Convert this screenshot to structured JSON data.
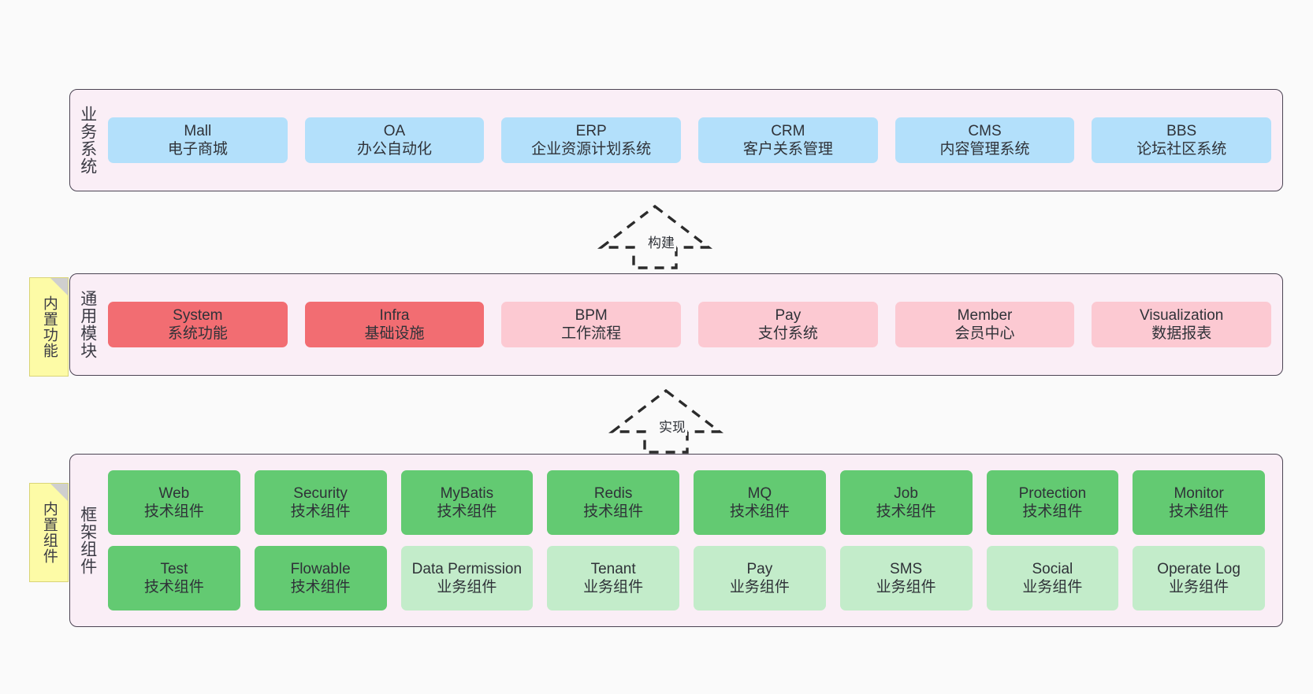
{
  "diagram": {
    "background": "#fafafa",
    "layers": [
      {
        "id": "business",
        "label": "业务系统",
        "fill": "#faeef6",
        "border": "#4b4453",
        "rows": [
          {
            "cells": [
              {
                "title": "Mall",
                "subtitle": "电子商城",
                "color": "#b3e0fb"
              },
              {
                "title": "OA",
                "subtitle": "办公自动化",
                "color": "#b3e0fb"
              },
              {
                "title": "ERP",
                "subtitle": "企业资源计划系统",
                "color": "#b3e0fb"
              },
              {
                "title": "CRM",
                "subtitle": "客户关系管理",
                "color": "#b3e0fb"
              },
              {
                "title": "CMS",
                "subtitle": "内容管理系统",
                "color": "#b3e0fb"
              },
              {
                "title": "BBS",
                "subtitle": "论坛社区系统",
                "color": "#b3e0fb"
              }
            ]
          }
        ]
      },
      {
        "id": "common",
        "label": "通用模块",
        "note": "内置功能",
        "fill": "#faeef6",
        "border": "#4b4453",
        "rows": [
          {
            "cells": [
              {
                "title": "System",
                "subtitle": "系统功能",
                "color": "#f26d72"
              },
              {
                "title": "Infra",
                "subtitle": "基础设施",
                "color": "#f26d72"
              },
              {
                "title": "BPM",
                "subtitle": "工作流程",
                "color": "#fcc9d2"
              },
              {
                "title": "Pay",
                "subtitle": "支付系统",
                "color": "#fcc9d2"
              },
              {
                "title": "Member",
                "subtitle": "会员中心",
                "color": "#fcc9d2"
              },
              {
                "title": "Visualization",
                "subtitle": "数据报表",
                "color": "#fcc9d2"
              }
            ]
          }
        ]
      },
      {
        "id": "framework",
        "label": "框架组件",
        "note": "内置组件",
        "fill": "#faeef6",
        "border": "#4b4453",
        "rows": [
          {
            "cells": [
              {
                "title": "Web",
                "subtitle": "技术组件",
                "color": "#63ca72"
              },
              {
                "title": "Security",
                "subtitle": "技术组件",
                "color": "#63ca72"
              },
              {
                "title": "MyBatis",
                "subtitle": "技术组件",
                "color": "#63ca72"
              },
              {
                "title": "Redis",
                "subtitle": "技术组件",
                "color": "#63ca72"
              },
              {
                "title": "MQ",
                "subtitle": "技术组件",
                "color": "#63ca72"
              },
              {
                "title": "Job",
                "subtitle": "技术组件",
                "color": "#63ca72"
              },
              {
                "title": "Protection",
                "subtitle": "技术组件",
                "color": "#63ca72"
              },
              {
                "title": "Monitor",
                "subtitle": "技术组件",
                "color": "#63ca72"
              }
            ]
          },
          {
            "cells": [
              {
                "title": "Test",
                "subtitle": "技术组件",
                "color": "#63ca72"
              },
              {
                "title": "Flowable",
                "subtitle": "技术组件",
                "color": "#63ca72"
              },
              {
                "title": "Data Permission",
                "subtitle": "业务组件",
                "color": "#c3ecca"
              },
              {
                "title": "Tenant",
                "subtitle": "业务组件",
                "color": "#c3ecca"
              },
              {
                "title": "Pay",
                "subtitle": "业务组件",
                "color": "#c3ecca"
              },
              {
                "title": "SMS",
                "subtitle": "业务组件",
                "color": "#c3ecca"
              },
              {
                "title": "Social",
                "subtitle": "业务组件",
                "color": "#c3ecca"
              },
              {
                "title": "Operate Log",
                "subtitle": "业务组件",
                "color": "#c3ecca"
              }
            ]
          }
        ]
      }
    ],
    "connectors": [
      {
        "id": "build",
        "label": "构建",
        "style": "dashed-hollow-arrow",
        "from": "common",
        "to": "business"
      },
      {
        "id": "implement",
        "label": "实现",
        "style": "dashed-hollow-arrow",
        "from": "framework",
        "to": "common"
      }
    ]
  }
}
